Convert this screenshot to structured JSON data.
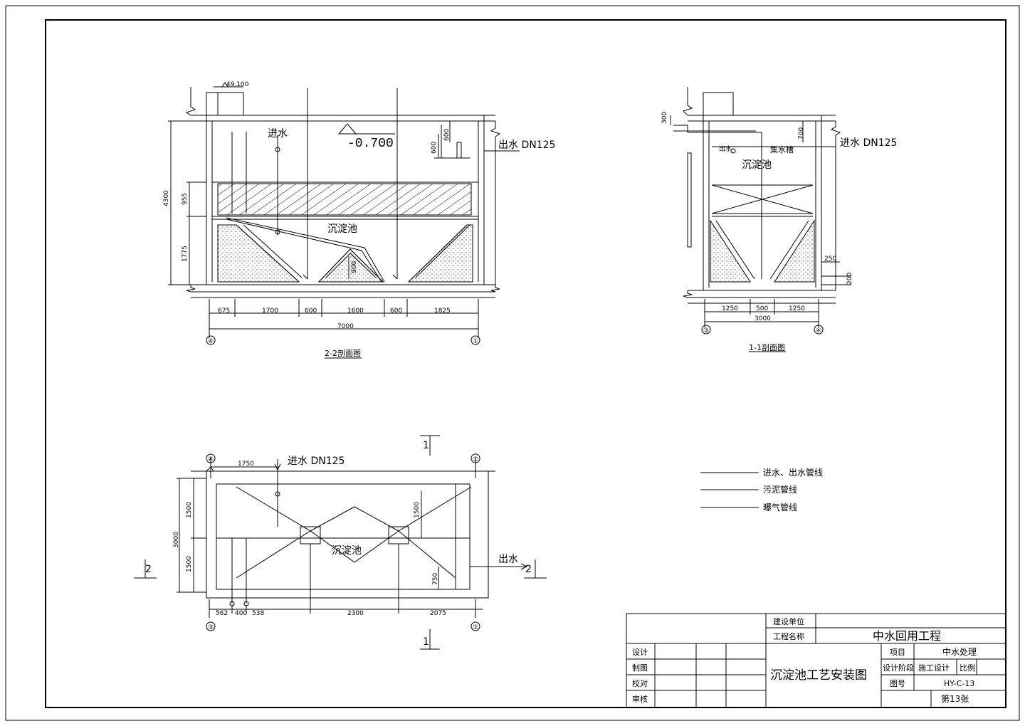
{
  "drawing": {
    "view_2_2": {
      "caption": "2-2剖面图",
      "labels": {
        "inlet": "进水",
        "outlet": "出水 DN125",
        "tank": "沉淀池",
        "elevation": "-0.700",
        "top_elev": "49.100"
      },
      "dims_bottom": [
        "675",
        "1700",
        "600",
        "1600",
        "600",
        "1825"
      ],
      "dim_total": "7000",
      "dims_left": [
        "4300",
        "955",
        "1775"
      ],
      "dims_misc": [
        "600",
        "600",
        "900"
      ],
      "axes": [
        "④",
        "①"
      ]
    },
    "view_1_1": {
      "caption": "1-1剖面图",
      "labels": {
        "inlet": "进水 DN125",
        "outlet_small": "出水",
        "trough": "集水槽",
        "tank": "沉淀池"
      },
      "dims_bottom": [
        "1250",
        "500",
        "1250"
      ],
      "dim_total": "3000",
      "dims_misc": [
        "300",
        "700",
        "250",
        "200"
      ],
      "axes": [
        "③",
        "④"
      ]
    },
    "plan": {
      "labels": {
        "inlet": "进水 DN125",
        "outlet": "出水",
        "tank": "沉淀池"
      },
      "dims_top": [
        "1750"
      ],
      "dims_left": [
        "3000",
        "1500",
        "1500"
      ],
      "dims_misc": [
        "1500",
        "750"
      ],
      "dims_bottom": [
        "562",
        "400",
        "538",
        "2300",
        "2075"
      ],
      "axes_top": [
        "④",
        "①"
      ],
      "axes_bottom": [
        "③",
        "②"
      ],
      "section_marks": [
        "1",
        "1",
        "2",
        "2"
      ]
    },
    "legend": [
      "进水、出水管线",
      "污泥管线",
      "曝气管线"
    ]
  },
  "title_block": {
    "build_unit_label": "建设单位",
    "project_name_label": "工程名称",
    "project_name": "中水回用工程",
    "roles": [
      "设计",
      "制图",
      "校对",
      "审核"
    ],
    "drawing_title": "沉淀池工艺安装图",
    "item_label": "项目",
    "item_value": "中水处理",
    "stage_label": "设计阶段",
    "stage_value": "施工设计",
    "scale_label": "比例",
    "drawing_no_label": "图号",
    "drawing_no": "HY-C-13",
    "sheet": "第13张"
  }
}
